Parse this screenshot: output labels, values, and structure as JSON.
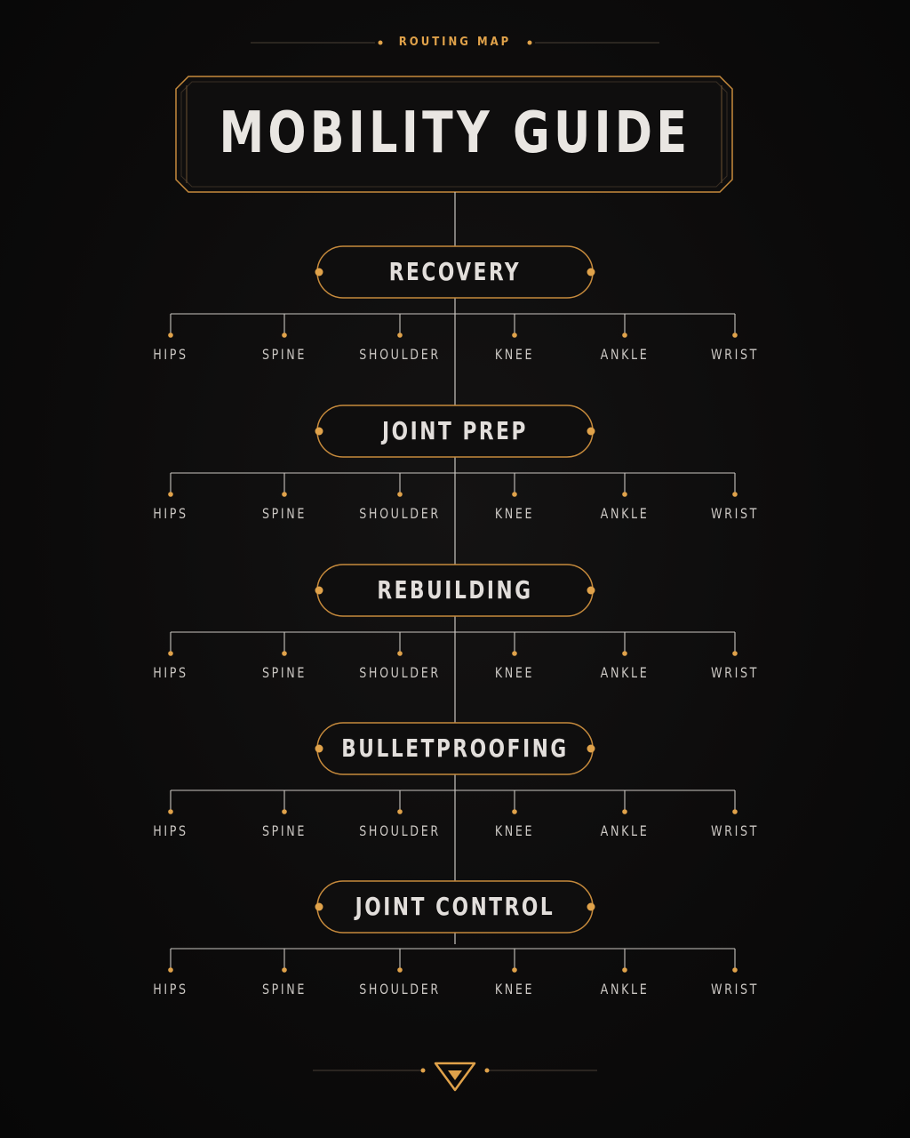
{
  "header": {
    "kicker": "ROUTING MAP",
    "title": "MOBILITY GUIDE"
  },
  "colors": {
    "accent": "#e0a24a",
    "line": "#c9c5c0",
    "background": "#0d0c0c",
    "text": "#e2dedb"
  },
  "categories": [
    {
      "label": "RECOVERY",
      "items": [
        "HIPS",
        "SPINE",
        "SHOULDER",
        "KNEE",
        "ANKLE",
        "WRIST"
      ]
    },
    {
      "label": "JOINT PREP",
      "items": [
        "HIPS",
        "SPINE",
        "SHOULDER",
        "KNEE",
        "ANKLE",
        "WRIST"
      ]
    },
    {
      "label": "REBUILDING",
      "items": [
        "HIPS",
        "SPINE",
        "SHOULDER",
        "KNEE",
        "ANKLE",
        "WRIST"
      ]
    },
    {
      "label": "BULLETPROOFING",
      "items": [
        "HIPS",
        "SPINE",
        "SHOULDER",
        "KNEE",
        "ANKLE",
        "WRIST"
      ]
    },
    {
      "label": "JOINT CONTROL",
      "items": [
        "HIPS",
        "SPINE",
        "SHOULDER",
        "KNEE",
        "ANKLE",
        "WRIST"
      ]
    }
  ],
  "footer": {
    "logo": "v-logo-icon"
  }
}
